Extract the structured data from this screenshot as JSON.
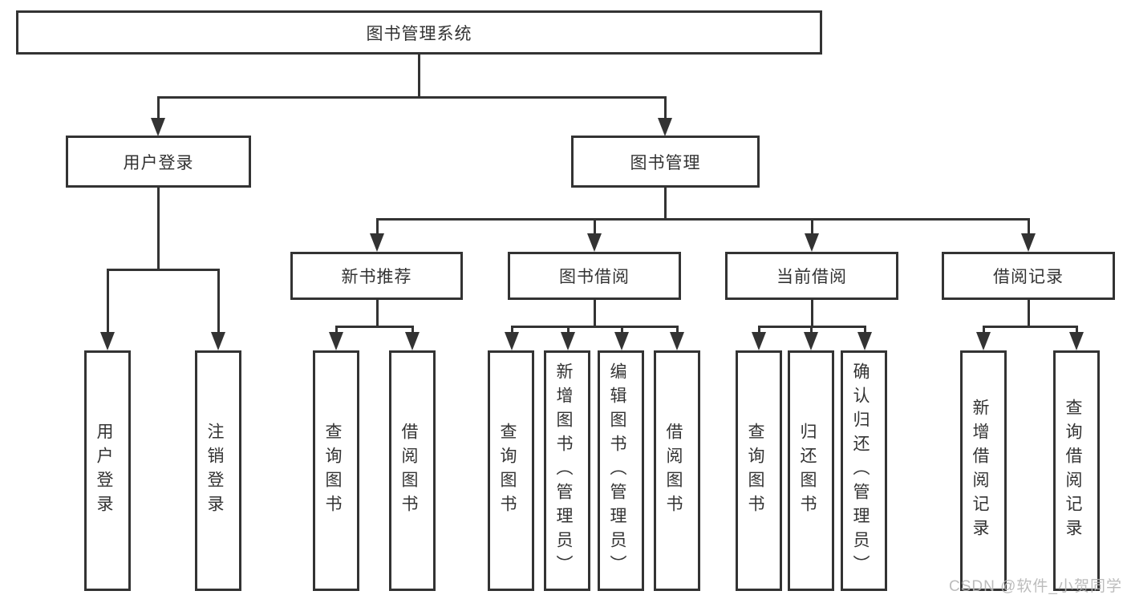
{
  "title": {
    "label": "图书管理系统"
  },
  "level1": {
    "login": {
      "label": "用户登录"
    },
    "management": {
      "label": "图书管理"
    }
  },
  "level2": {
    "newbooks": {
      "label": "新书推荐"
    },
    "borrowing": {
      "label": "图书借阅"
    },
    "current": {
      "label": "当前借阅"
    },
    "records": {
      "label": "借阅记录"
    }
  },
  "leaves": {
    "login_user": {
      "label": "用户登录"
    },
    "login_logout": {
      "label": "注销登录"
    },
    "new_query": {
      "label": "查询图书"
    },
    "new_borrow": {
      "label": "借阅图书"
    },
    "bor_query": {
      "label": "查询图书"
    },
    "bor_add": {
      "label": "新增图书（管理员）"
    },
    "bor_edit": {
      "label": "编辑图书（管理员）"
    },
    "bor_borrow": {
      "label": "借阅图书"
    },
    "cur_query": {
      "label": "查询图书"
    },
    "cur_return": {
      "label": "归还图书"
    },
    "cur_confirm": {
      "label": "确认归还（管理员）"
    },
    "rec_add": {
      "label": "新增借阅记录"
    },
    "rec_query": {
      "label": "查询借阅记录"
    }
  },
  "watermark": {
    "label": "CSDN @软件_小贺同学"
  },
  "colors": {
    "line": "#333333",
    "box_fill": "#ffffff",
    "text": "#333333",
    "watermark": "#b5b5b5"
  }
}
